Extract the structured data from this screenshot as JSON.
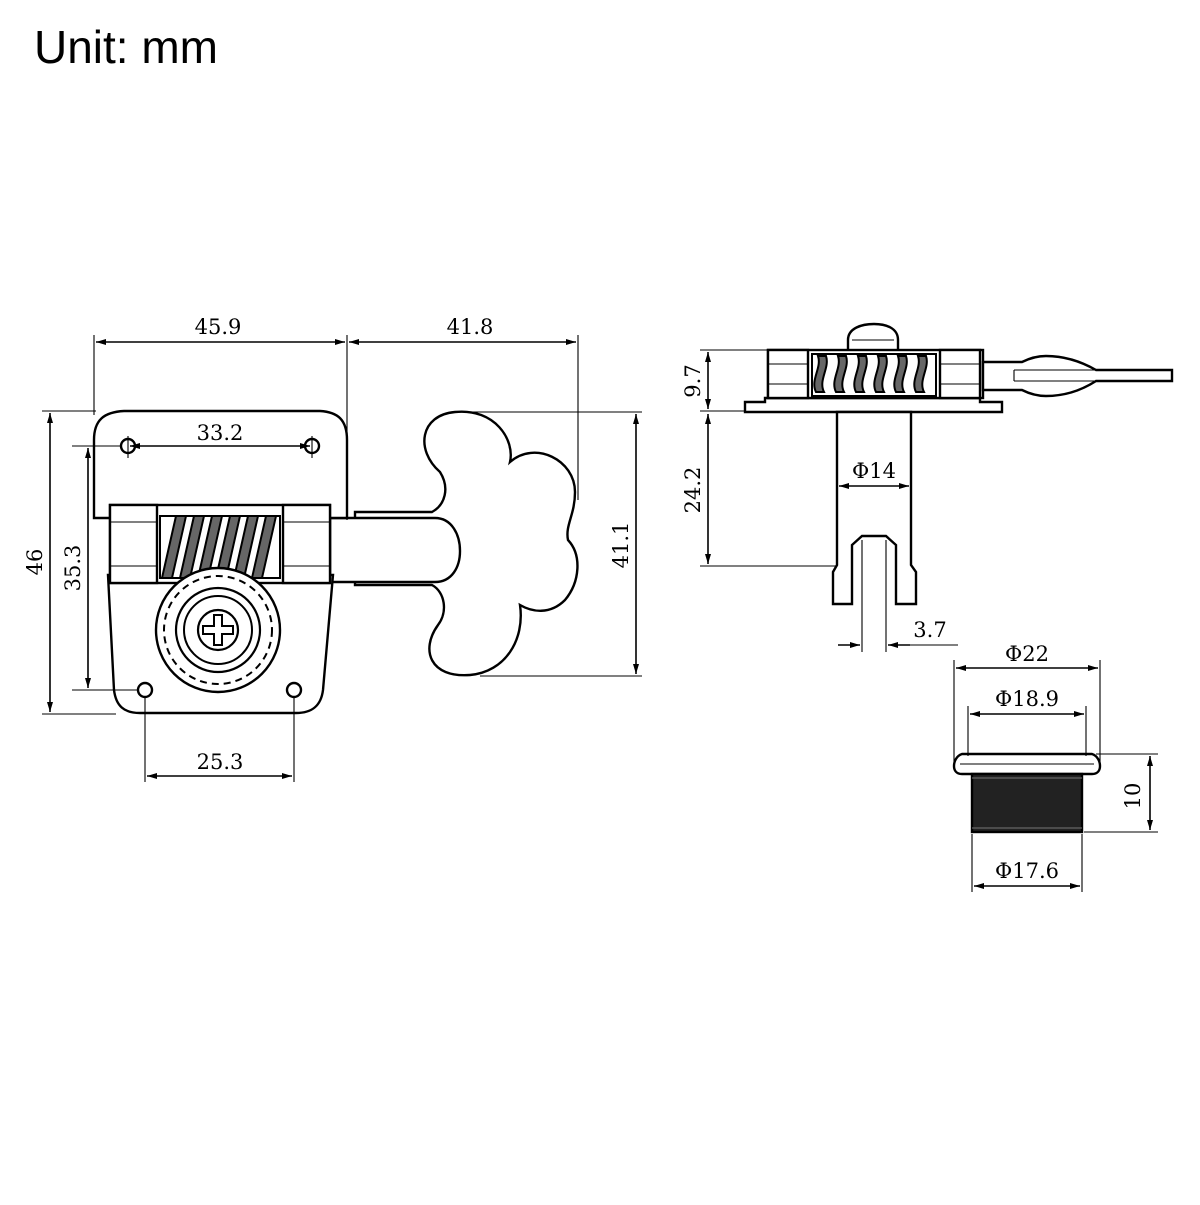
{
  "title": "Unit: mm",
  "dimensions": {
    "front_width": "45.9",
    "key_length": "41.8",
    "hole_spacing_top": "33.2",
    "total_height": "46",
    "hole_spacing_vertical": "35.3",
    "key_height": "41.1",
    "hole_spacing_bottom": "25.3",
    "side_plate_height": "9.7",
    "post_length": "24.2",
    "post_diameter": "Φ14",
    "slot_width": "3.7",
    "bushing_flange_diameter": "Φ22",
    "bushing_diameter": "Φ18.9",
    "bushing_thread_diameter": "Φ17.6",
    "bushing_height": "10"
  }
}
